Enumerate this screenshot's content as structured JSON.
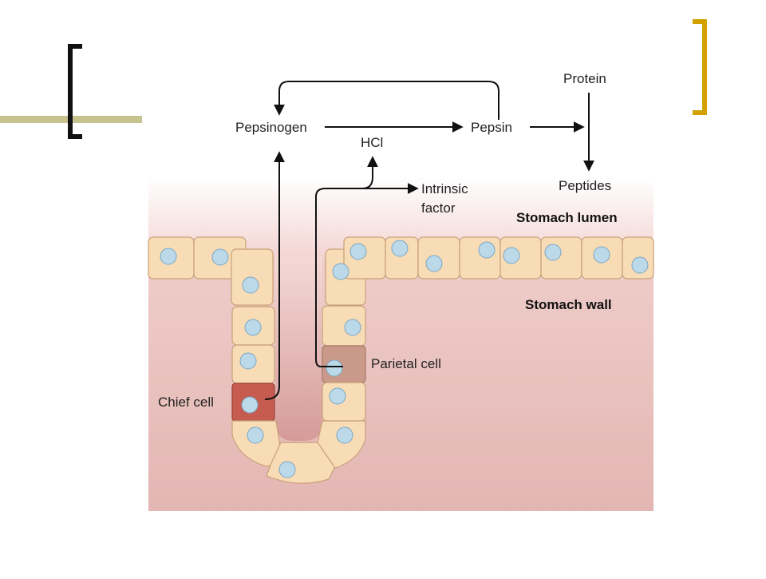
{
  "diagram": {
    "labels": {
      "pepsinogen": "Pepsinogen",
      "pepsin": "Pepsin",
      "protein": "Protein",
      "peptides": "Peptides",
      "hcl": "HCl",
      "intrinsic_line1": "Intrinsic",
      "intrinsic_line2": "factor",
      "stomach_lumen": "Stomach lumen",
      "stomach_wall": "Stomach wall",
      "parietal_cell": "Parietal cell",
      "chief_cell": "Chief cell"
    }
  },
  "colors": {
    "cell_fill": "#f7dcb6",
    "cell_stroke": "#c9a078",
    "nucleus_fill": "#bcd9ea",
    "chief_cell_fill": "#c65c50",
    "parietal_cell_fill": "#c99a8a",
    "wall_fill": "#ecc5c2",
    "gold_bracket": "#d1a100",
    "olive_line": "#c7c38e"
  }
}
